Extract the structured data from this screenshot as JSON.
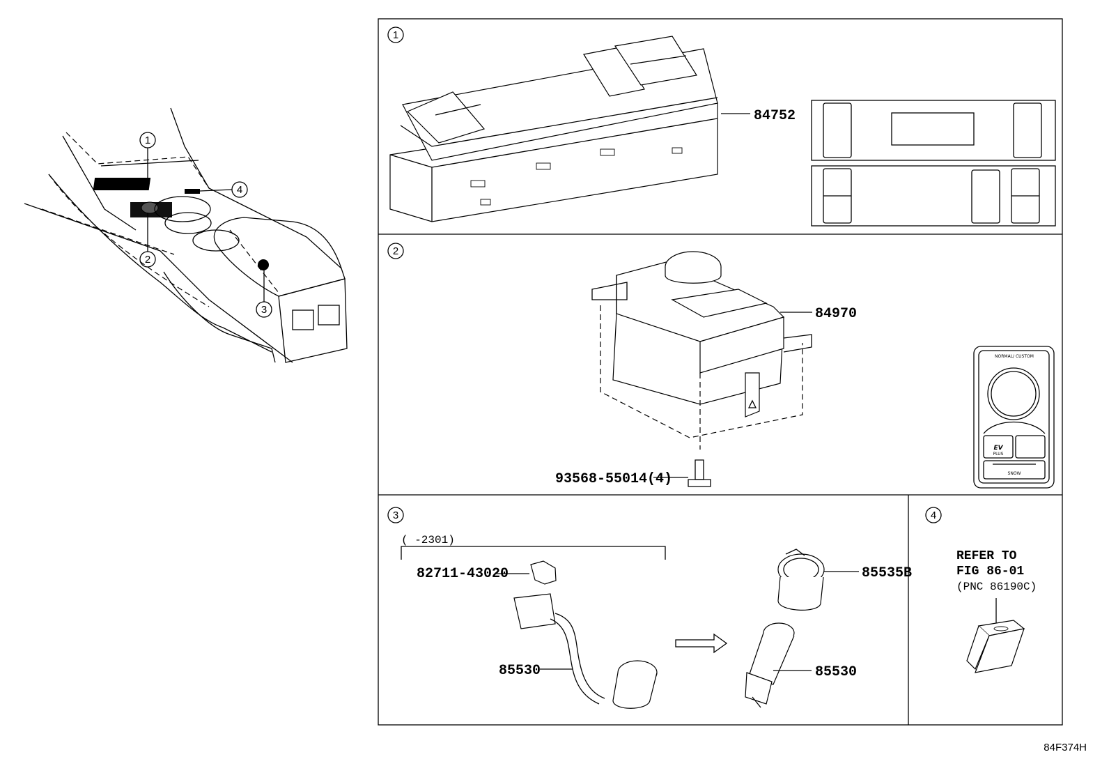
{
  "callouts": [
    "1",
    "2",
    "3",
    "4"
  ],
  "parts": {
    "switch_assy": "84752",
    "drive_mode_switch": "84970",
    "screw": "93568-55014(4)",
    "cap": "82711-43020",
    "socket_assy": "85530",
    "socket_assy_2": "85530",
    "socket_cover": "85535B"
  },
  "date_range": "(      -2301)",
  "refer": {
    "line1": "REFER TO",
    "line2": "FIG 86-01",
    "line3": "(PNC 86190C)"
  },
  "drive_mode_panel": {
    "top": "NORMAL/\nCUSTOM",
    "ev": "EV",
    "ev_sub": "PLUS",
    "snow": "SNOW"
  },
  "figure_id": "84F374H"
}
